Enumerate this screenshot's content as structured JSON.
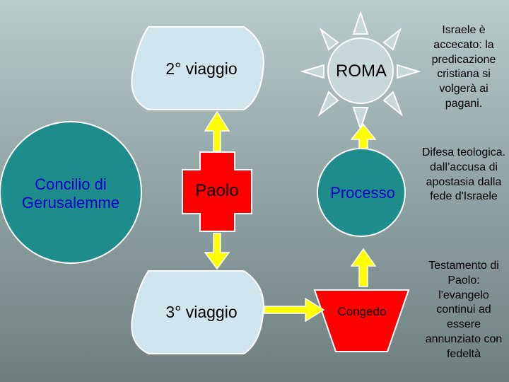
{
  "colors": {
    "scroll_fill": "#cfe6ee",
    "teal": "#1f8c8c",
    "red": "#ff0000",
    "arrow": "#ffff00",
    "sun_fill": "#c6d8da",
    "outline": "#ffffff"
  },
  "nodes": {
    "viaggio2": "2° viaggio",
    "viaggio3": "3° viaggio",
    "concilio": "Concilio di Gerusalemme",
    "paolo": "Paolo",
    "roma": "ROMA",
    "processo": "Processo",
    "congedo": "Congedo"
  },
  "notes": {
    "israele": "Israele è accecato: la predicazione cristiana si volgerà ai pagani.",
    "difesa": "Difesa teologica. dall’accusa di apostasia dalla fede d'Israele",
    "testamento": "Testamento di Paolo: l'evangelo continui ad essere annunziato con fedeltà"
  }
}
